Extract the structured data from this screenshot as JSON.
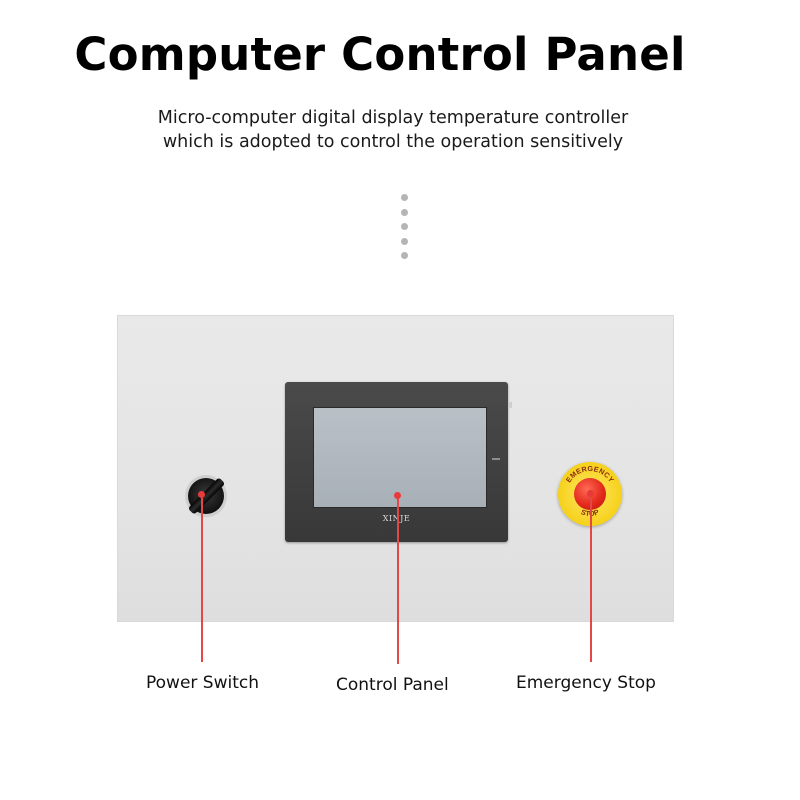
{
  "page": {
    "title": "Computer Control Panel",
    "subtitle_lines": [
      "Micro-computer digital display temperature controller",
      "which is adopted to control the operation sensitively"
    ]
  },
  "panel": {
    "hmi_brand": "XINJE",
    "estop_text": "EMERGENCY STOP",
    "labels": {
      "power_switch": "Power Switch",
      "control_panel": "Control Panel",
      "emergency_stop": "Emergency Stop"
    }
  },
  "colors": {
    "accent_red": "#e44747",
    "estop_yellow": "#f6d11a",
    "panel_gray": "#e6e6e6"
  }
}
